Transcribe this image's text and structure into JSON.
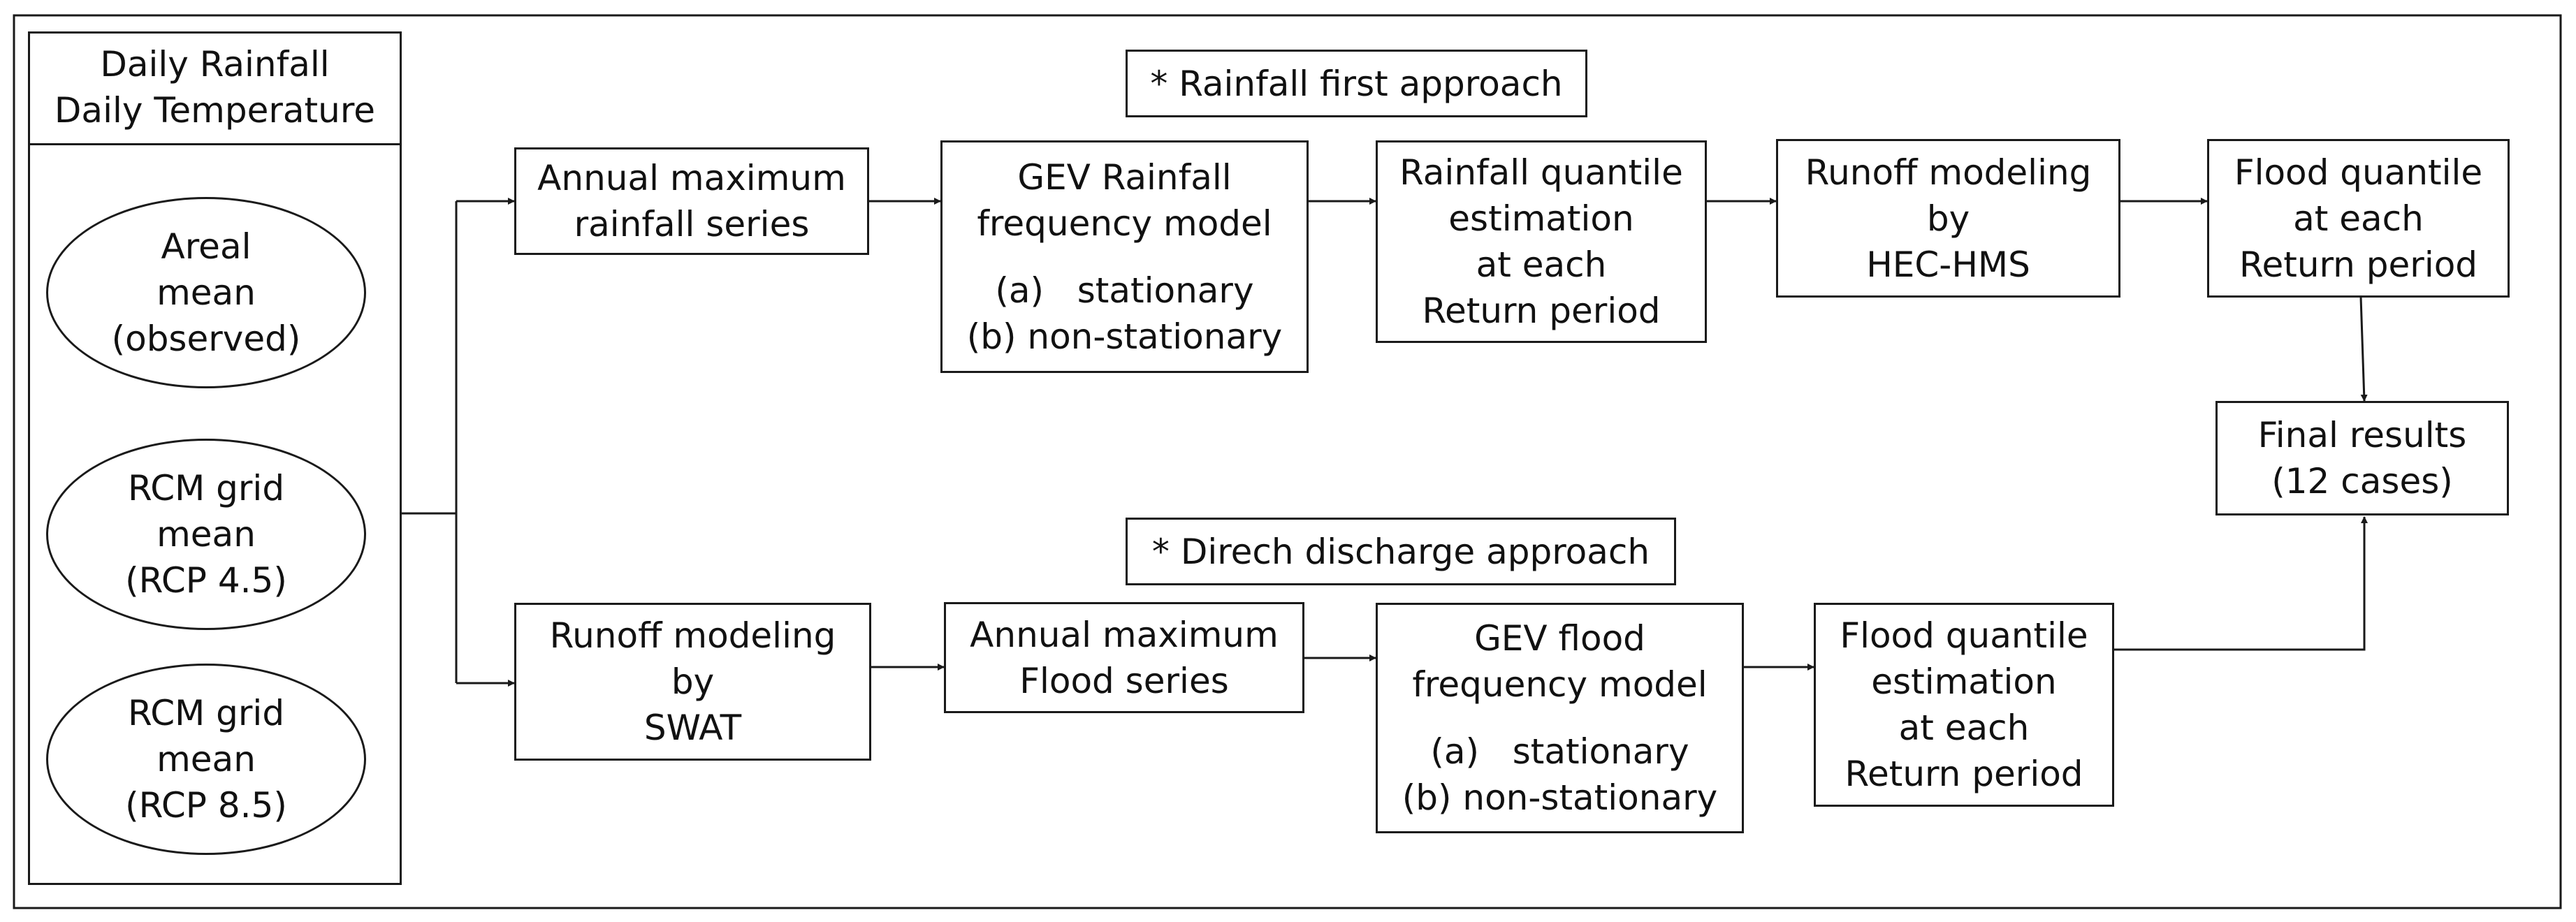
{
  "left_panel": {
    "header": [
      "Daily Rainfall",
      "Daily Temperature"
    ],
    "sources": [
      [
        "Areal",
        "mean",
        "(observed)"
      ],
      [
        "RCM grid",
        "mean",
        "(RCP 4.5)"
      ],
      [
        "RCM grid",
        "mean",
        "(RCP 8.5)"
      ]
    ]
  },
  "rainfall_approach": {
    "label": "* Rainfall first approach",
    "annual_max": [
      "Annual maximum",
      "rainfall series"
    ],
    "gev_model": [
      "GEV Rainfall",
      "frequency model"
    ],
    "gev_options": [
      "(a)   stationary",
      "(b) non-stationary"
    ],
    "quantile": [
      "Rainfall quantile",
      "estimation",
      "at each",
      "Return period"
    ],
    "runoff": [
      "Runoff modeling",
      "by",
      "HEC-HMS"
    ],
    "flood_quantile": [
      "Flood quantile",
      "at each",
      "Return period"
    ]
  },
  "discharge_approach": {
    "label": "* Direch discharge approach",
    "runoff": [
      "Runoff modeling",
      "by",
      "SWAT"
    ],
    "annual_max": [
      "Annual maximum",
      "Flood series"
    ],
    "gev_model": [
      "GEV flood",
      "frequency model"
    ],
    "gev_options": [
      "(a)   stationary",
      "(b) non-stationary"
    ],
    "quantile": [
      "Flood quantile",
      "estimation",
      "at each",
      "Return period"
    ]
  },
  "final": [
    "Final results",
    "(12 cases)"
  ],
  "colors": {
    "stroke": "#1a1a1a",
    "text": "#111111",
    "background": "#ffffff"
  }
}
